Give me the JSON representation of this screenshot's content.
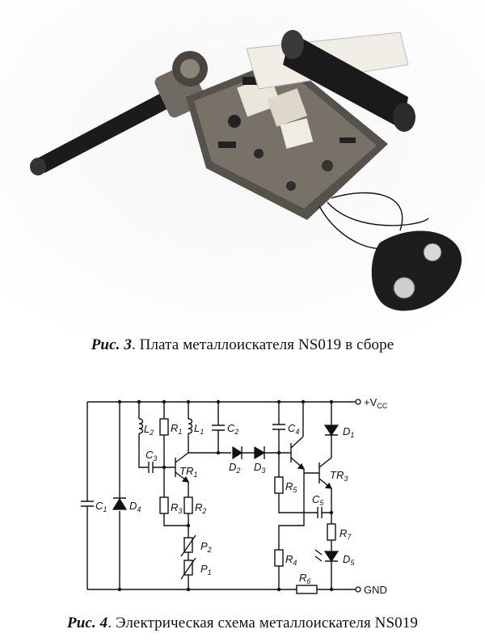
{
  "figures": [
    {
      "caption_label": "Рис. 3",
      "caption_text": ". Плата металлоискателя NS019 в сборе"
    },
    {
      "caption_label": "Рис. 4",
      "caption_text": ". Электрическая схема металлоискателя NS019"
    }
  ],
  "schematic": {
    "rail_top": "+V",
    "rail_top_sub": "CC",
    "rail_bottom": "GND",
    "components": {
      "L2": [
        "L",
        "2"
      ],
      "R1": [
        "R",
        "1"
      ],
      "L1": [
        "L",
        "1"
      ],
      "C2": [
        "C",
        "2"
      ],
      "C3": [
        "C",
        "3"
      ],
      "TR1": [
        "TR",
        "1"
      ],
      "D2": [
        "D",
        "2"
      ],
      "D3": [
        "D",
        "3"
      ],
      "C4": [
        "C",
        "4"
      ],
      "D1": [
        "D",
        "1"
      ],
      "TR3": [
        "TR",
        "3"
      ],
      "C1": [
        "C",
        "1"
      ],
      "D4": [
        "D",
        "4"
      ],
      "R3": [
        "R",
        "3"
      ],
      "R2": [
        "R",
        "2"
      ],
      "R5": [
        "R",
        "5"
      ],
      "C5": [
        "C",
        "5"
      ],
      "R7": [
        "R",
        "7"
      ],
      "P2": [
        "P",
        "2"
      ],
      "P1": [
        "P",
        "1"
      ],
      "R4": [
        "R",
        "4"
      ],
      "D5": [
        "D",
        "5"
      ],
      "R6": [
        "R",
        "6"
      ]
    }
  }
}
